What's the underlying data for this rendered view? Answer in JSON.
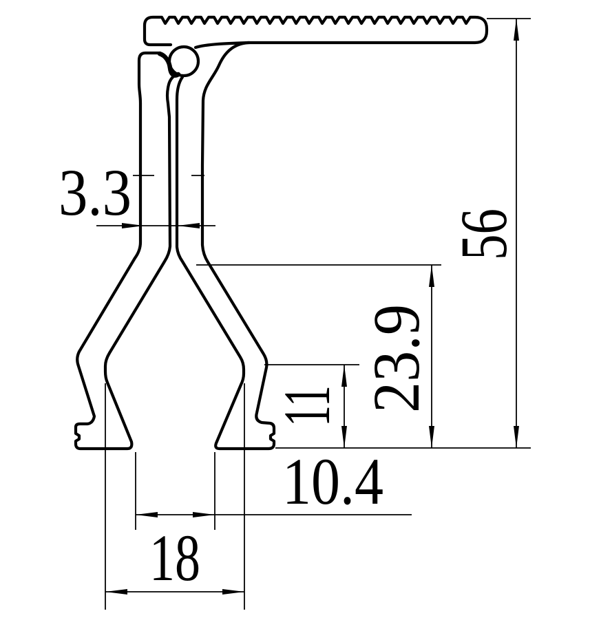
{
  "drawing": {
    "title": "extrusion-profile-cross-section",
    "background_color": "#ffffff",
    "line_color": "#000000",
    "dimensions": {
      "wall_thickness": "3.3",
      "overall_height": "56",
      "lower_section_height": "23.9",
      "foot_height": "11",
      "feet_inner_gap": "10.4",
      "feet_span": "18"
    }
  }
}
